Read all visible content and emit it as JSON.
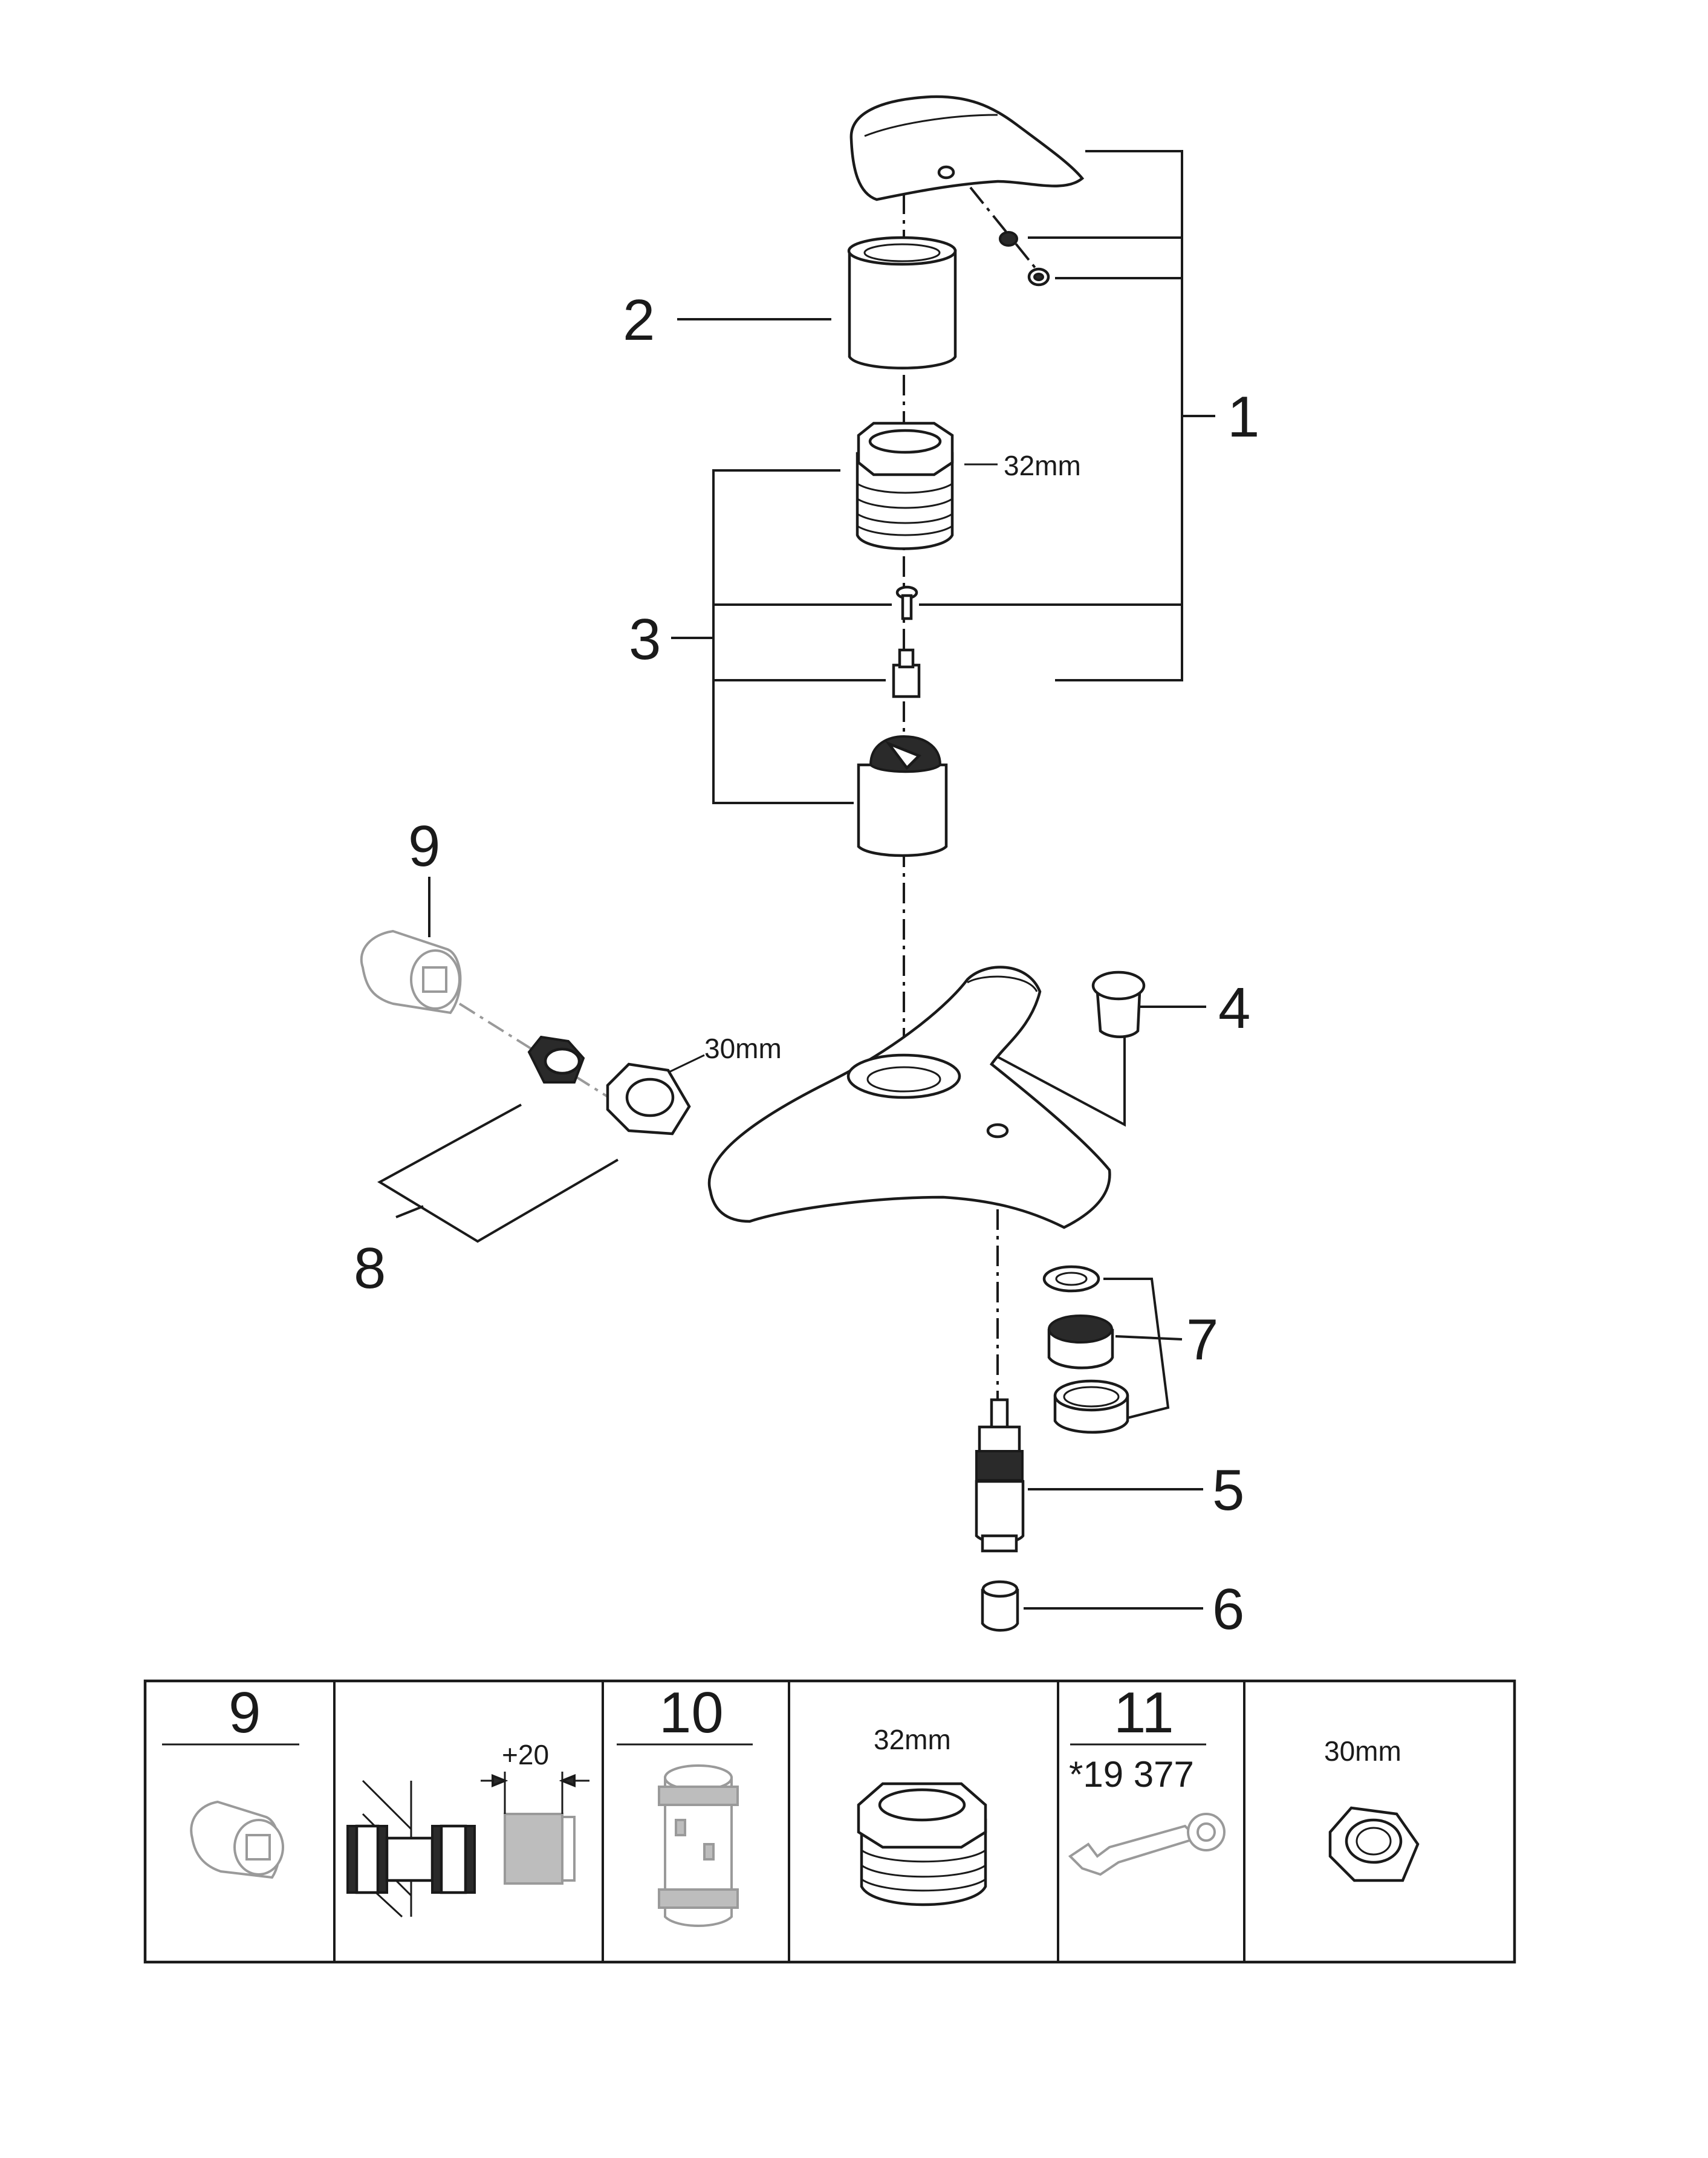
{
  "callouts": {
    "c1": "1",
    "c2": "2",
    "c3": "3",
    "c4": "4",
    "c5": "5",
    "c6": "6",
    "c7": "7",
    "c8": "8",
    "c9": "9"
  },
  "dimensions": {
    "headpart_nut": "32mm",
    "union_nut": "30mm"
  },
  "legend_table": {
    "cell1_number": "9",
    "cell2_dimension": "+20",
    "cell3_number": "10",
    "cell4_dimension": "32mm",
    "cell5_number": "11",
    "cell5_code": "*19 377",
    "cell6_dimension": "30mm"
  }
}
